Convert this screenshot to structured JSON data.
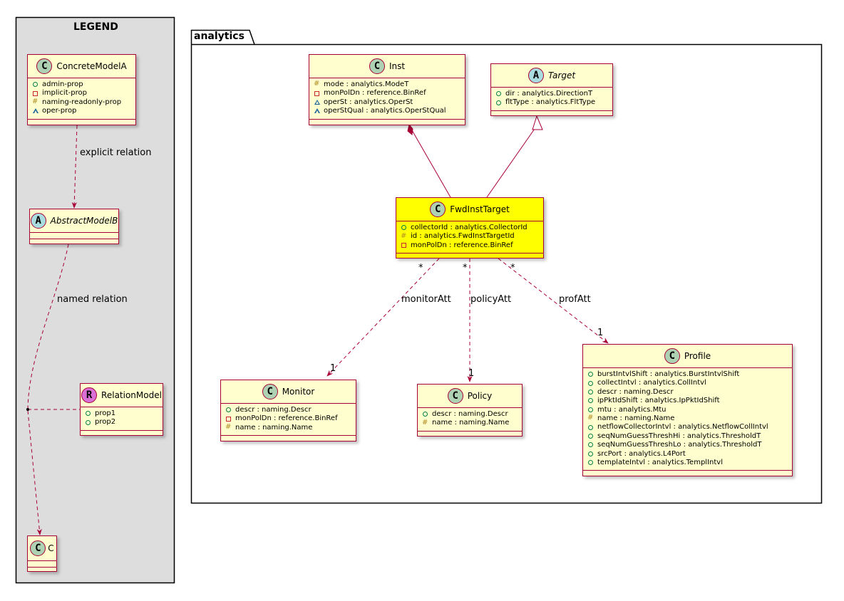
{
  "colors": {
    "border": "#A80036",
    "class_fill": "#FEFECE",
    "highlight_fill": "#FFFF00",
    "legend_fill": "#DDDDDD",
    "badge_class": "#ADD1B2",
    "badge_abstract": "#A9DCDF",
    "badge_relation": "#DA70D6"
  },
  "legend": {
    "title": "LEGEND",
    "concrete": {
      "name": "ConcreteModelA",
      "badge": "C",
      "attrs": [
        {
          "vis": "pub",
          "text": "admin-prop"
        },
        {
          "vis": "priv",
          "text": "implicit-prop"
        },
        {
          "vis": "prot",
          "text": "naming-readonly-prop"
        },
        {
          "vis": "pkg",
          "text": "oper-prop"
        }
      ]
    },
    "abstract": {
      "name": "AbstractModelB",
      "badge": "A"
    },
    "relation": {
      "name": "RelationModel",
      "badge": "R",
      "attrs": [
        {
          "vis": "pub",
          "text": "prop1"
        },
        {
          "vis": "pub",
          "text": "prop2"
        }
      ]
    },
    "c": {
      "name": "C",
      "badge": "C"
    },
    "explicit_label": "explicit relation",
    "named_label": "named relation"
  },
  "package": {
    "name": "analytics"
  },
  "classes": {
    "inst": {
      "name": "Inst",
      "badge": "C",
      "attrs": [
        {
          "vis": "prot",
          "text": "mode : analytics.ModeT"
        },
        {
          "vis": "priv",
          "text": "monPolDn : reference.BinRef"
        },
        {
          "vis": "pkg",
          "text": "operSt : analytics.OperSt"
        },
        {
          "vis": "pkg",
          "text": "operStQual : analytics.OperStQual"
        }
      ]
    },
    "target": {
      "name": "Target",
      "badge": "A",
      "attrs": [
        {
          "vis": "pub",
          "text": "dir : analytics.DirectionT"
        },
        {
          "vis": "pub",
          "text": "fltType : analytics.FltType"
        }
      ]
    },
    "fwd": {
      "name": "FwdInstTarget",
      "badge": "C",
      "attrs": [
        {
          "vis": "pub",
          "text": "collectorId : analytics.CollectorId"
        },
        {
          "vis": "prot",
          "text": "id : analytics.FwdInstTargetId"
        },
        {
          "vis": "priv",
          "text": "monPolDn : reference.BinRef"
        }
      ]
    },
    "monitor": {
      "name": "Monitor",
      "badge": "C",
      "attrs": [
        {
          "vis": "pub",
          "text": "descr : naming.Descr"
        },
        {
          "vis": "priv",
          "text": "monPolDn : reference.BinRef"
        },
        {
          "vis": "prot",
          "text": "name : naming.Name"
        }
      ]
    },
    "policy": {
      "name": "Policy",
      "badge": "C",
      "attrs": [
        {
          "vis": "pub",
          "text": "descr : naming.Descr"
        },
        {
          "vis": "prot",
          "text": "name : naming.Name"
        }
      ]
    },
    "profile": {
      "name": "Profile",
      "badge": "C",
      "attrs": [
        {
          "vis": "pub",
          "text": "burstIntvlShift : analytics.BurstIntvlShift"
        },
        {
          "vis": "pub",
          "text": "collectIntvl : analytics.CollIntvl"
        },
        {
          "vis": "pub",
          "text": "descr : naming.Descr"
        },
        {
          "vis": "pub",
          "text": "ipPktIdShift : analytics.IpPktIdShift"
        },
        {
          "vis": "pub",
          "text": "mtu : analytics.Mtu"
        },
        {
          "vis": "prot",
          "text": "name : naming.Name"
        },
        {
          "vis": "pub",
          "text": "netflowCollectorIntvl : analytics.NetflowCollIntvl"
        },
        {
          "vis": "pub",
          "text": "seqNumGuessThreshHi : analytics.ThresholdT"
        },
        {
          "vis": "pub",
          "text": "seqNumGuessThreshLo : analytics.ThresholdT"
        },
        {
          "vis": "pub",
          "text": "srcPort : analytics.L4Port"
        },
        {
          "vis": "pub",
          "text": "templateIntvl : analytics.TemplIntvl"
        }
      ]
    }
  },
  "relations": {
    "monitor": {
      "label": "monitorAtt",
      "src_mult": "*",
      "dst_mult": "1"
    },
    "policy": {
      "label": "policyAtt",
      "src_mult": "*",
      "dst_mult": "1"
    },
    "profile": {
      "label": "profAtt",
      "src_mult": "*",
      "dst_mult": "1"
    }
  }
}
